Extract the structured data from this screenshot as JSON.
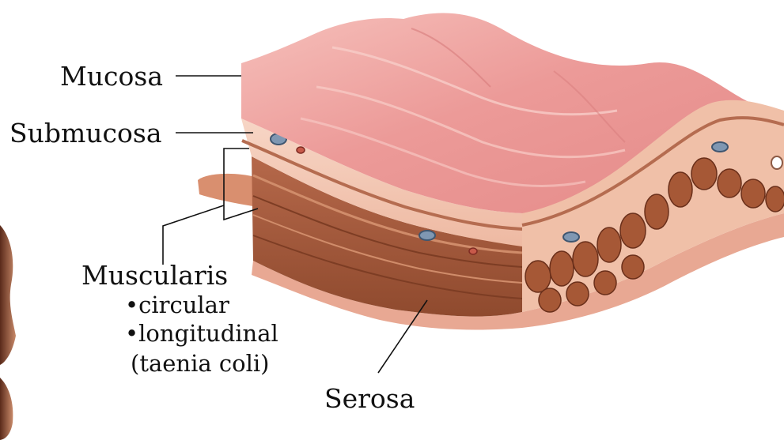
{
  "labels": {
    "mucosa": "Mucosa",
    "submucosa": "Submucosa",
    "muscularis": "Muscularis",
    "circular": "circular",
    "longitudinal": "longitudinal",
    "taenia_coli": "(taenia coli)",
    "serosa": "Serosa"
  },
  "bullet_glyph": "•",
  "colors": {
    "mucosa_surface": "#ec9a98",
    "mucosa_highlight": "#f8cdc8",
    "submucosa": "#f3c9b6",
    "muscle_dark": "#9c5032",
    "muscle_mid": "#b8694a",
    "serosa": "#e8a893",
    "leader_line": "#111111"
  }
}
